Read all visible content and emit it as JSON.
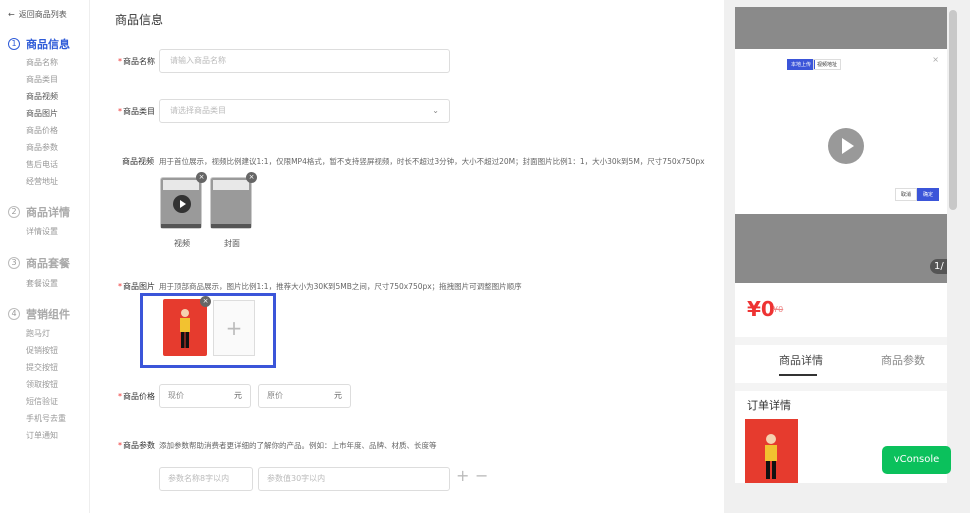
{
  "sidebar": {
    "back_label": "返回商品列表",
    "steps": [
      {
        "num": "1",
        "title": "商品信息",
        "items": [
          "商品名称",
          "商品类目",
          "商品视频",
          "商品图片",
          "商品价格",
          "商品参数",
          "售后电话",
          "经营地址"
        ]
      },
      {
        "num": "2",
        "title": "商品详情",
        "items": [
          "详情设置"
        ]
      },
      {
        "num": "3",
        "title": "商品套餐",
        "items": [
          "套餐设置"
        ]
      },
      {
        "num": "4",
        "title": "营销组件",
        "items": [
          "跑马灯",
          "促销按钮",
          "提交按钮",
          "领取按钮",
          "短信验证",
          "手机号去重",
          "订单通知"
        ]
      }
    ]
  },
  "main": {
    "section_title": "商品信息",
    "name": {
      "label": "商品名称",
      "placeholder": "请输入商品名称"
    },
    "category": {
      "label": "商品类目",
      "placeholder": "请选择商品类目"
    },
    "video": {
      "label": "商品视频",
      "hint": "用于首位展示，视频比例建议1:1，仅限MP4格式，暂不支持竖屏视频，时长不超过3分钟，大小不超过20M；封面图片比例1：1，大小30k到5M，尺寸750x750px",
      "video_caption": "视频",
      "cover_caption": "封面"
    },
    "images": {
      "label": "商品图片",
      "hint": "用于顶部商品展示，图片比例1:1，推荐大小为30K到5MB之间，尺寸750x750px；拖拽图片可调整图片顺序"
    },
    "price": {
      "label": "商品价格",
      "current_placeholder": "现价",
      "original_placeholder": "原价",
      "unit": "元"
    },
    "params": {
      "label": "商品参数",
      "hint": "添加参数帮助消费者更详细的了解你的产品。例如：上市年度、品牌、材质、长度等",
      "name_placeholder": "参数名称8字以内",
      "value_placeholder": "参数值30字以内",
      "add": "+",
      "remove": "−"
    }
  },
  "preview": {
    "modal_tabs": [
      "本地上传",
      "视频地址"
    ],
    "modal_cancel": "取消",
    "modal_ok": "确定",
    "pager": "1/",
    "price": "¥0",
    "old_price": "¥0",
    "tabs": [
      "商品详情",
      "商品参数"
    ],
    "order_title": "订单详情"
  },
  "vconsole": {
    "label": "vConsole"
  }
}
